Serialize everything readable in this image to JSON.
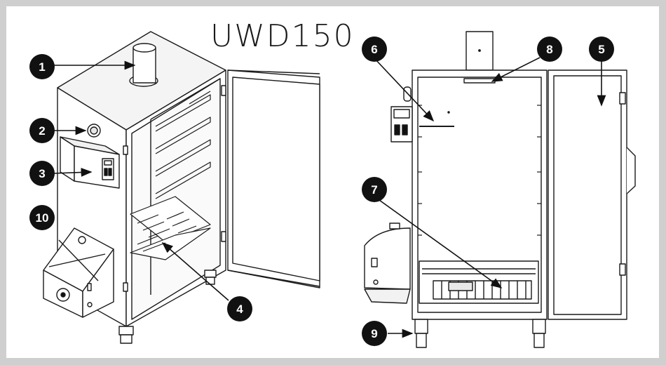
{
  "title": "UWD150",
  "callouts": {
    "c1": "1",
    "c2": "2",
    "c3": "3",
    "c4": "4",
    "c5": "5",
    "c6": "6",
    "c7": "7",
    "c8": "8",
    "c9": "9",
    "c10": "10"
  },
  "colors": {
    "background": "#cfcfcf",
    "panel": "#ffffff",
    "line": "#1a1a1a",
    "badge": "#111111"
  }
}
